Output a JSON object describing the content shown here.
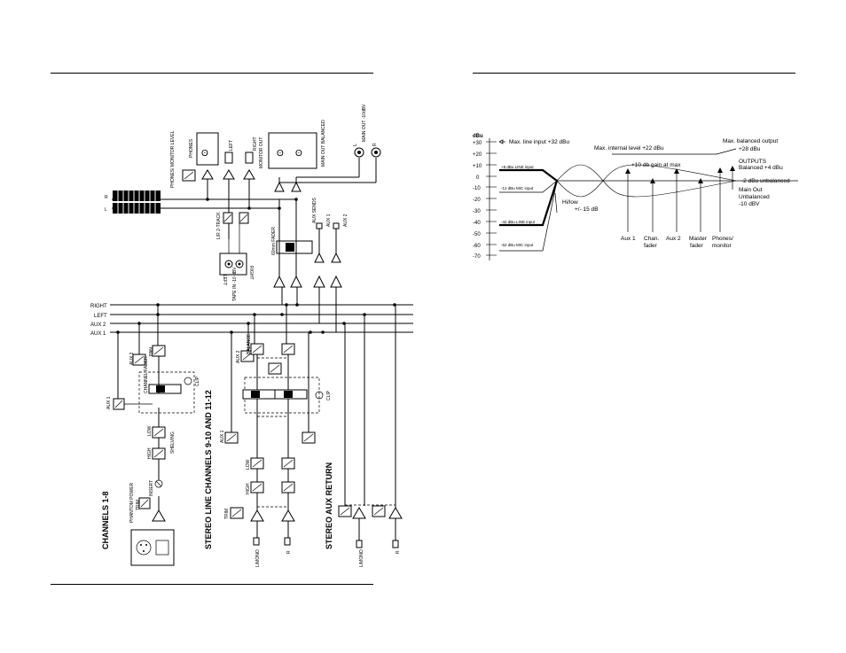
{
  "block_diagram": {
    "sections": {
      "channels": "CHANNELS 1-8",
      "stereo_line": "STEREO LINE CHANNELS 9-10 AND 11-12",
      "stereo_aux": "STEREO AUX RETURN"
    },
    "buses": [
      "RIGHT",
      "LEFT",
      "AUX 2",
      "AUX 1"
    ],
    "labels": {
      "phantom": "PHANTOM POWER",
      "trim": "TRIM",
      "insert": "INSERT",
      "high": "HIGH",
      "low": "LOW",
      "shelving": "SHELVING",
      "aux1": "AUX 1",
      "aux2": "AUX 2",
      "pan": "PAN",
      "balance": "BALANCE",
      "chfader": "CHANNEL FADER",
      "clip": "CLIP",
      "lmono": "L/MONO",
      "r": "R",
      "tape_in": "TAPE IN -10 dBV",
      "left": "LEFT",
      "right": "RIGHT",
      "lr_2track": "L/R 2-TRACK",
      "master_fader": "60mm FADER",
      "aux_sends": "AUX SENDS",
      "phones_monitor": "PHONES/ MONITOR LEVEL",
      "phones": "PHONES",
      "monitor_out": "MONITOR OUT",
      "main_out_bal": "MAIN OUT BALANCED",
      "main_out_ub": "MAIN OUT -10dBV",
      "L": "L",
      "R": "R"
    }
  },
  "level_diagram": {
    "unit": "dBu",
    "ticks": [
      "+30",
      "+20",
      "+10",
      "0",
      "-10",
      "-20",
      "-30",
      "-40",
      "-50",
      "-60",
      "-70"
    ],
    "inputs": [
      "+8 dBu LINE input",
      "-12 dBu MIC input",
      "-42 dBu LINE input",
      "-62 dBu MIC input"
    ],
    "annotations": {
      "max_line": "Max. line input +32 dBu",
      "max_internal": "Max. internal level +22 dBu",
      "max_bal_1": "Max. balanced output",
      "max_bal_2": "+28 dBu",
      "gain": "+10 db gain at max",
      "outputs_1": "OUTPUTS",
      "outputs_2": "Balanced +4 dBu",
      "unbal": "-2 dBu unbalanced",
      "main_1": "Main Out",
      "main_2": "Unbalanced",
      "main_3": "-10 dBV",
      "eq_1": "Hi/low",
      "eq_2": "+/- 15 dB"
    },
    "stages": [
      {
        "l1": "Aux 1",
        "l2": ""
      },
      {
        "l1": "Chan.",
        "l2": "fader"
      },
      {
        "l1": "Aux 2",
        "l2": ""
      },
      {
        "l1": "Master",
        "l2": "fader"
      },
      {
        "l1": "Phones/",
        "l2": "monitor"
      }
    ]
  }
}
